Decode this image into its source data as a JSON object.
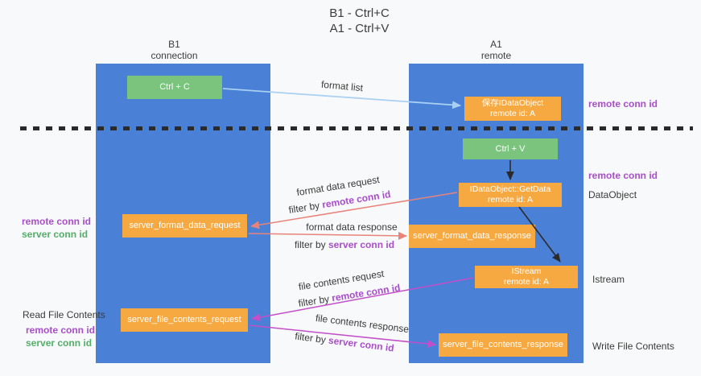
{
  "title": {
    "line1": "B1 - Ctrl+C",
    "line2": "A1 - Ctrl+V"
  },
  "columns": {
    "left": {
      "name": "B1",
      "role": "connection"
    },
    "right": {
      "name": "A1",
      "role": "remote"
    }
  },
  "boxes": {
    "ctrl_c": {
      "label": "Ctrl + C"
    },
    "ctrl_v": {
      "label": "Ctrl + V"
    },
    "save_dataobject": {
      "line1": "保存IDataObject",
      "line2": "remote id: A"
    },
    "getdata": {
      "line1": "IDataObject::GetData",
      "line2": "remote id: A"
    },
    "istream": {
      "line1": "IStream",
      "line2": "remote id: A"
    },
    "server_format_data_request": {
      "label": "server_format_data_request"
    },
    "server_format_data_response": {
      "label": "server_format_data_response"
    },
    "server_file_contents_request": {
      "label": "server_file_contents_request"
    },
    "server_file_contents_response": {
      "label": "server_file_contents_response"
    }
  },
  "arrow_labels": {
    "format_list": "format list",
    "format_data_request": "format data request",
    "format_data_response": "format data response",
    "file_contents_request": "file contents request",
    "file_contents_response": "file contents response",
    "filter_by": "filter by",
    "remote_conn_id": "remote conn id",
    "server_conn_id": "server conn id"
  },
  "side_labels": {
    "left_remote_conn_id_1": "remote conn id",
    "left_server_conn_id_1": "server conn id",
    "read_file_contents": "Read File Contents",
    "left_remote_conn_id_2": "remote conn id",
    "left_server_conn_id_2": "server conn id",
    "right_remote_conn_id_1": "remote conn id",
    "right_remote_conn_id_2": "remote conn id",
    "dataobject": "DataObject",
    "istream": "Istream",
    "write_file_contents": "Write File Contents"
  },
  "colors": {
    "column_blue": "#4a80d6",
    "box_green": "#7ac47e",
    "box_orange": "#f7a941",
    "purple_label": "#a94ecb",
    "green_label": "#53ae68",
    "arrow_lightblue": "#a8d0f2",
    "arrow_salmon": "#e8837b",
    "arrow_magenta": "#c24fc9",
    "arrow_black": "#2b2b2b"
  }
}
